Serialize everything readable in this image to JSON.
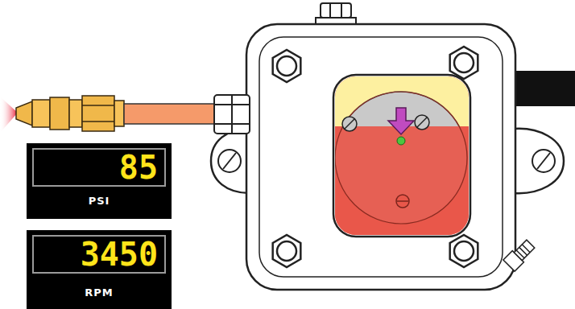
{
  "diagram": {
    "nodes": [
      {
        "text": [
          "85",
          "PSI"
        ]
      },
      {
        "text": [
          "3450",
          "RPM"
        ]
      }
    ]
  }
}
